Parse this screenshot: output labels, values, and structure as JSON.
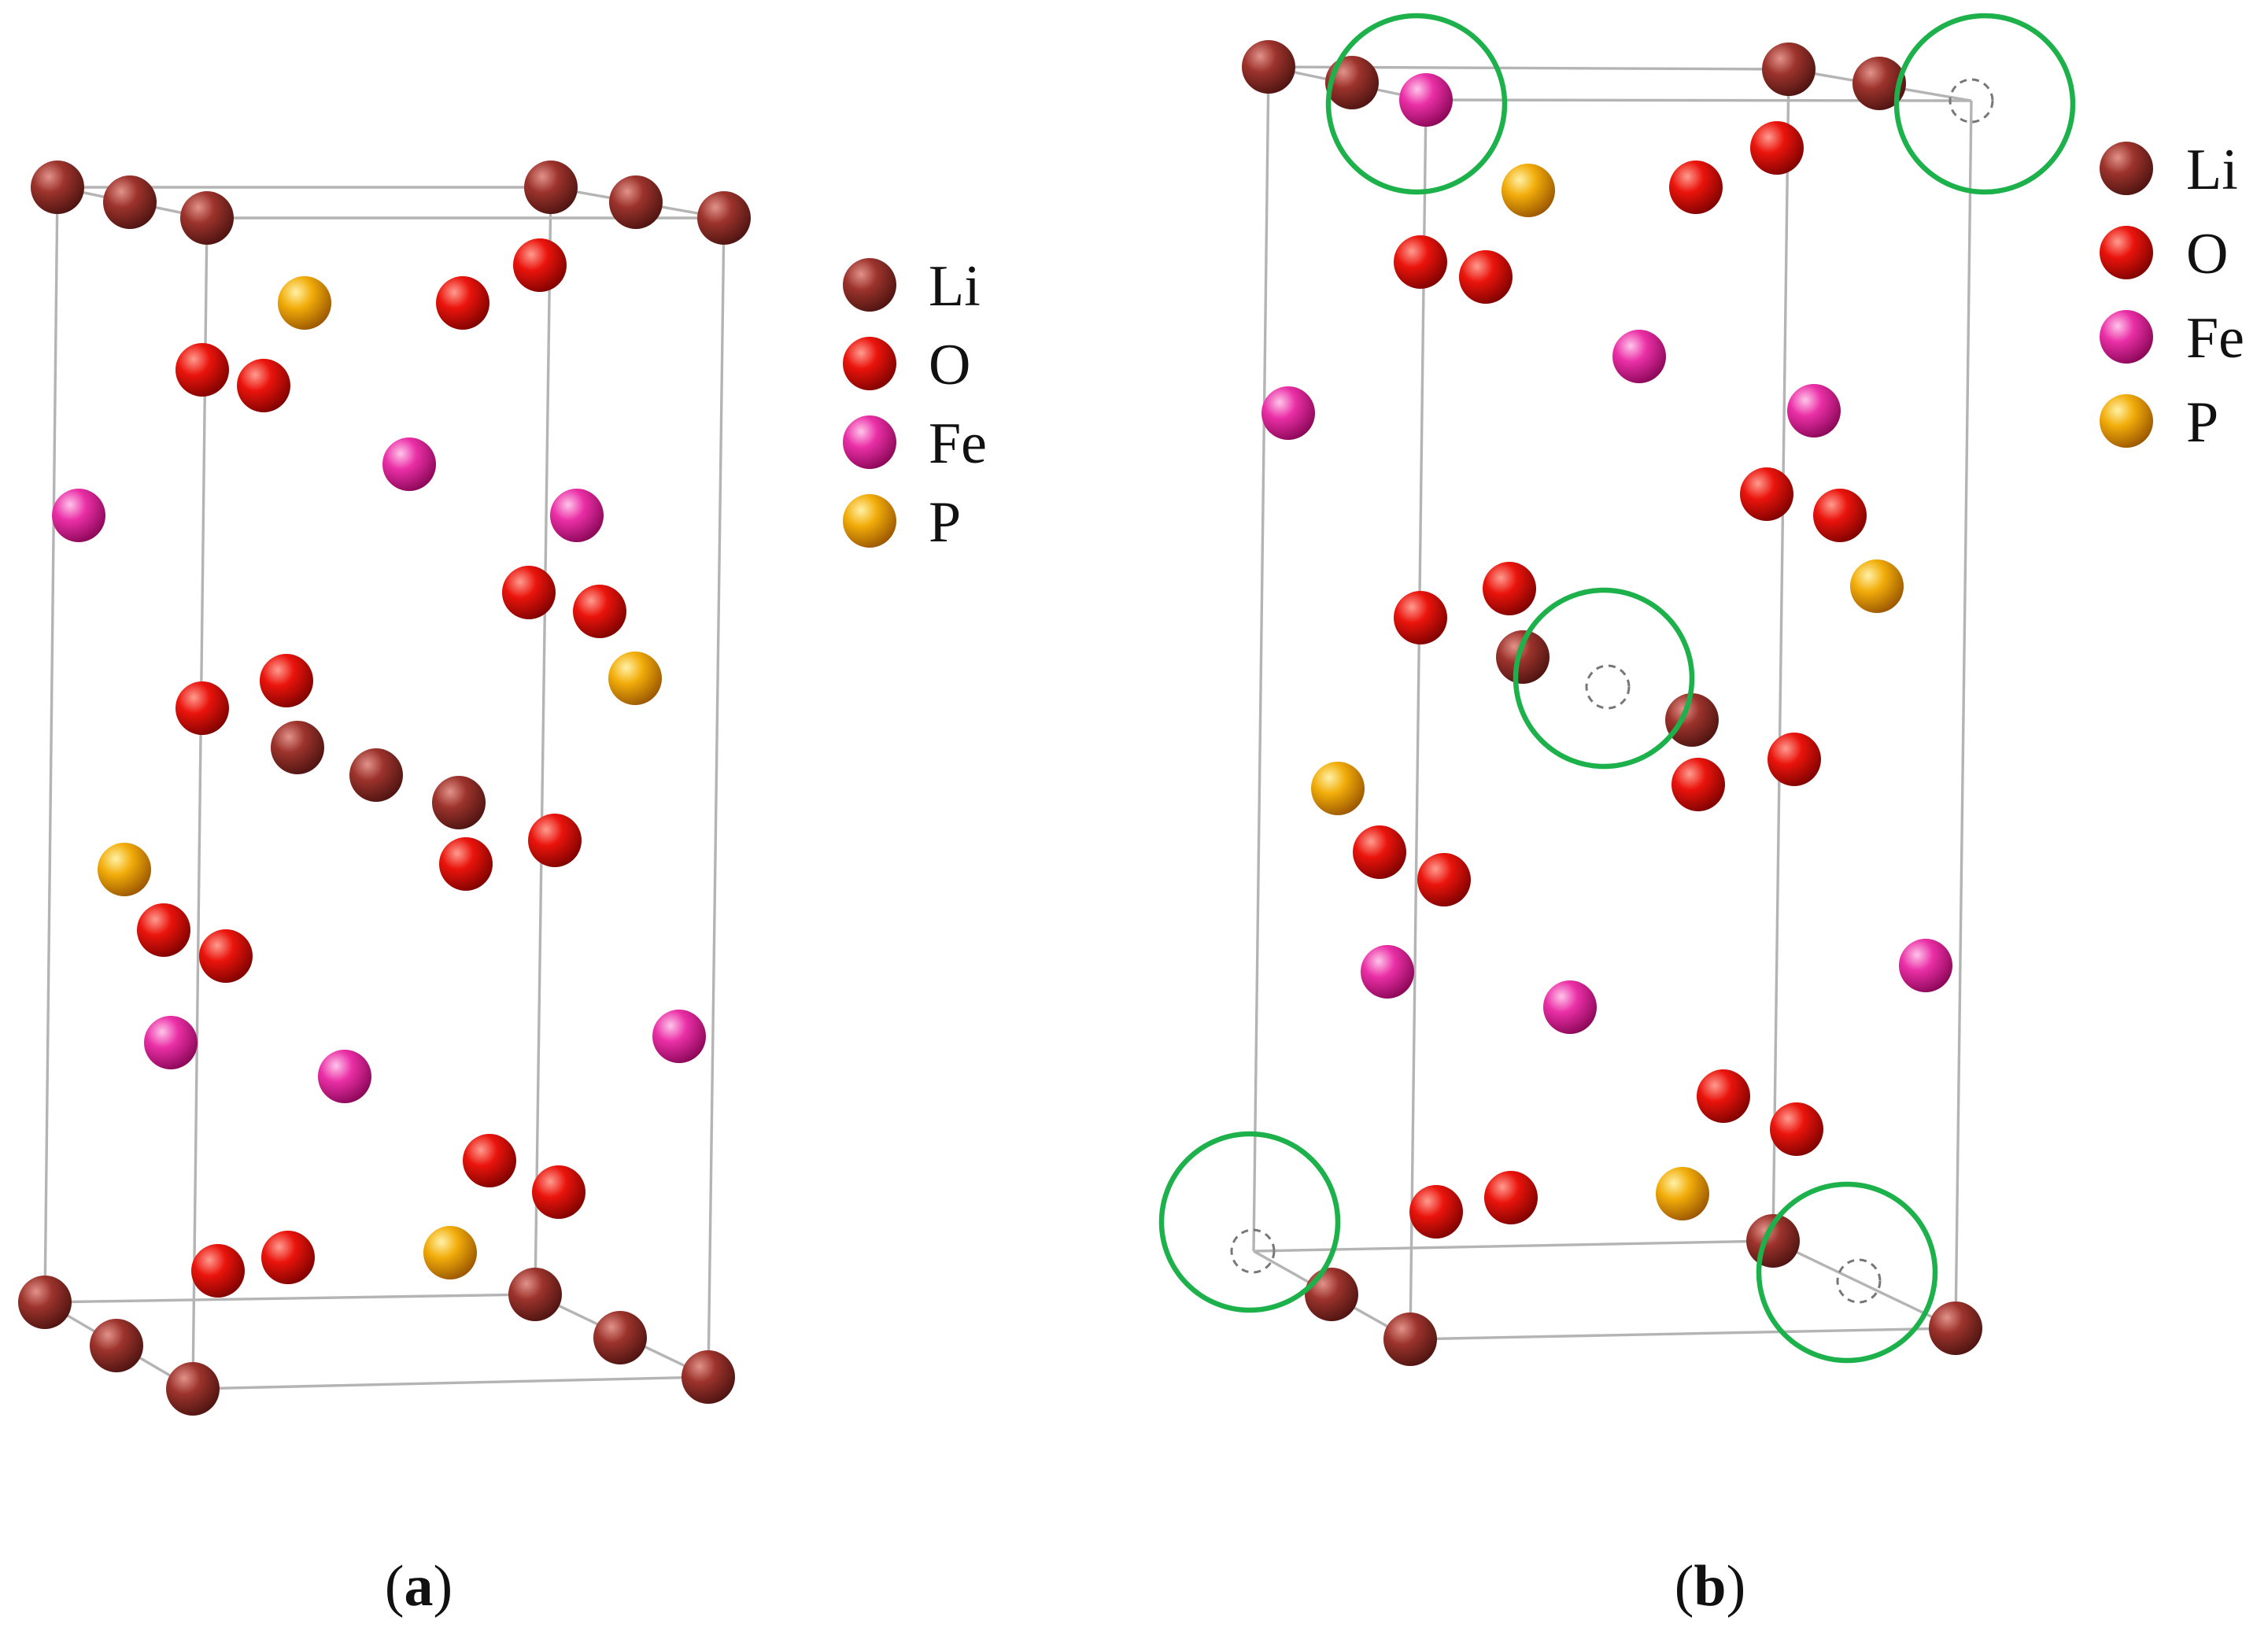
{
  "colors": {
    "Li": "#8e2a24",
    "O": "#e00d06",
    "Fe": "#e11c96",
    "P": "#e8a300",
    "highlight": "#1db14b",
    "edge": "#b4b4b4"
  },
  "legend": {
    "Li": "Li",
    "O": "O",
    "Fe": "Fe",
    "P": "P"
  },
  "panels": [
    {
      "id": "a",
      "caption_open": "(",
      "caption_letter": "a",
      "caption_close": ")"
    },
    {
      "id": "b",
      "caption_open": "(",
      "caption_letter": "b",
      "caption_close": ")"
    }
  ]
}
